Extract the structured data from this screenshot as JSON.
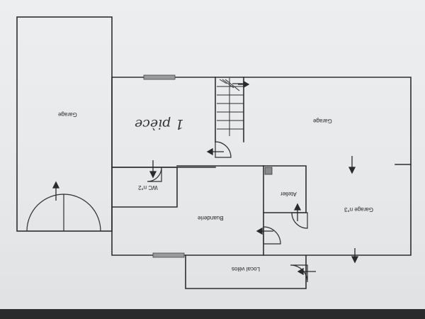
{
  "rooms": {
    "garage_left": "Garage",
    "garage_right": "Garage",
    "wc": "WC n°2",
    "buanderie": "Buanderie",
    "atelier": "Atelier",
    "garage_3": "Garage n°3",
    "local_velos": "Local vélos"
  },
  "handwritten": {
    "piece": "1 pièce"
  }
}
